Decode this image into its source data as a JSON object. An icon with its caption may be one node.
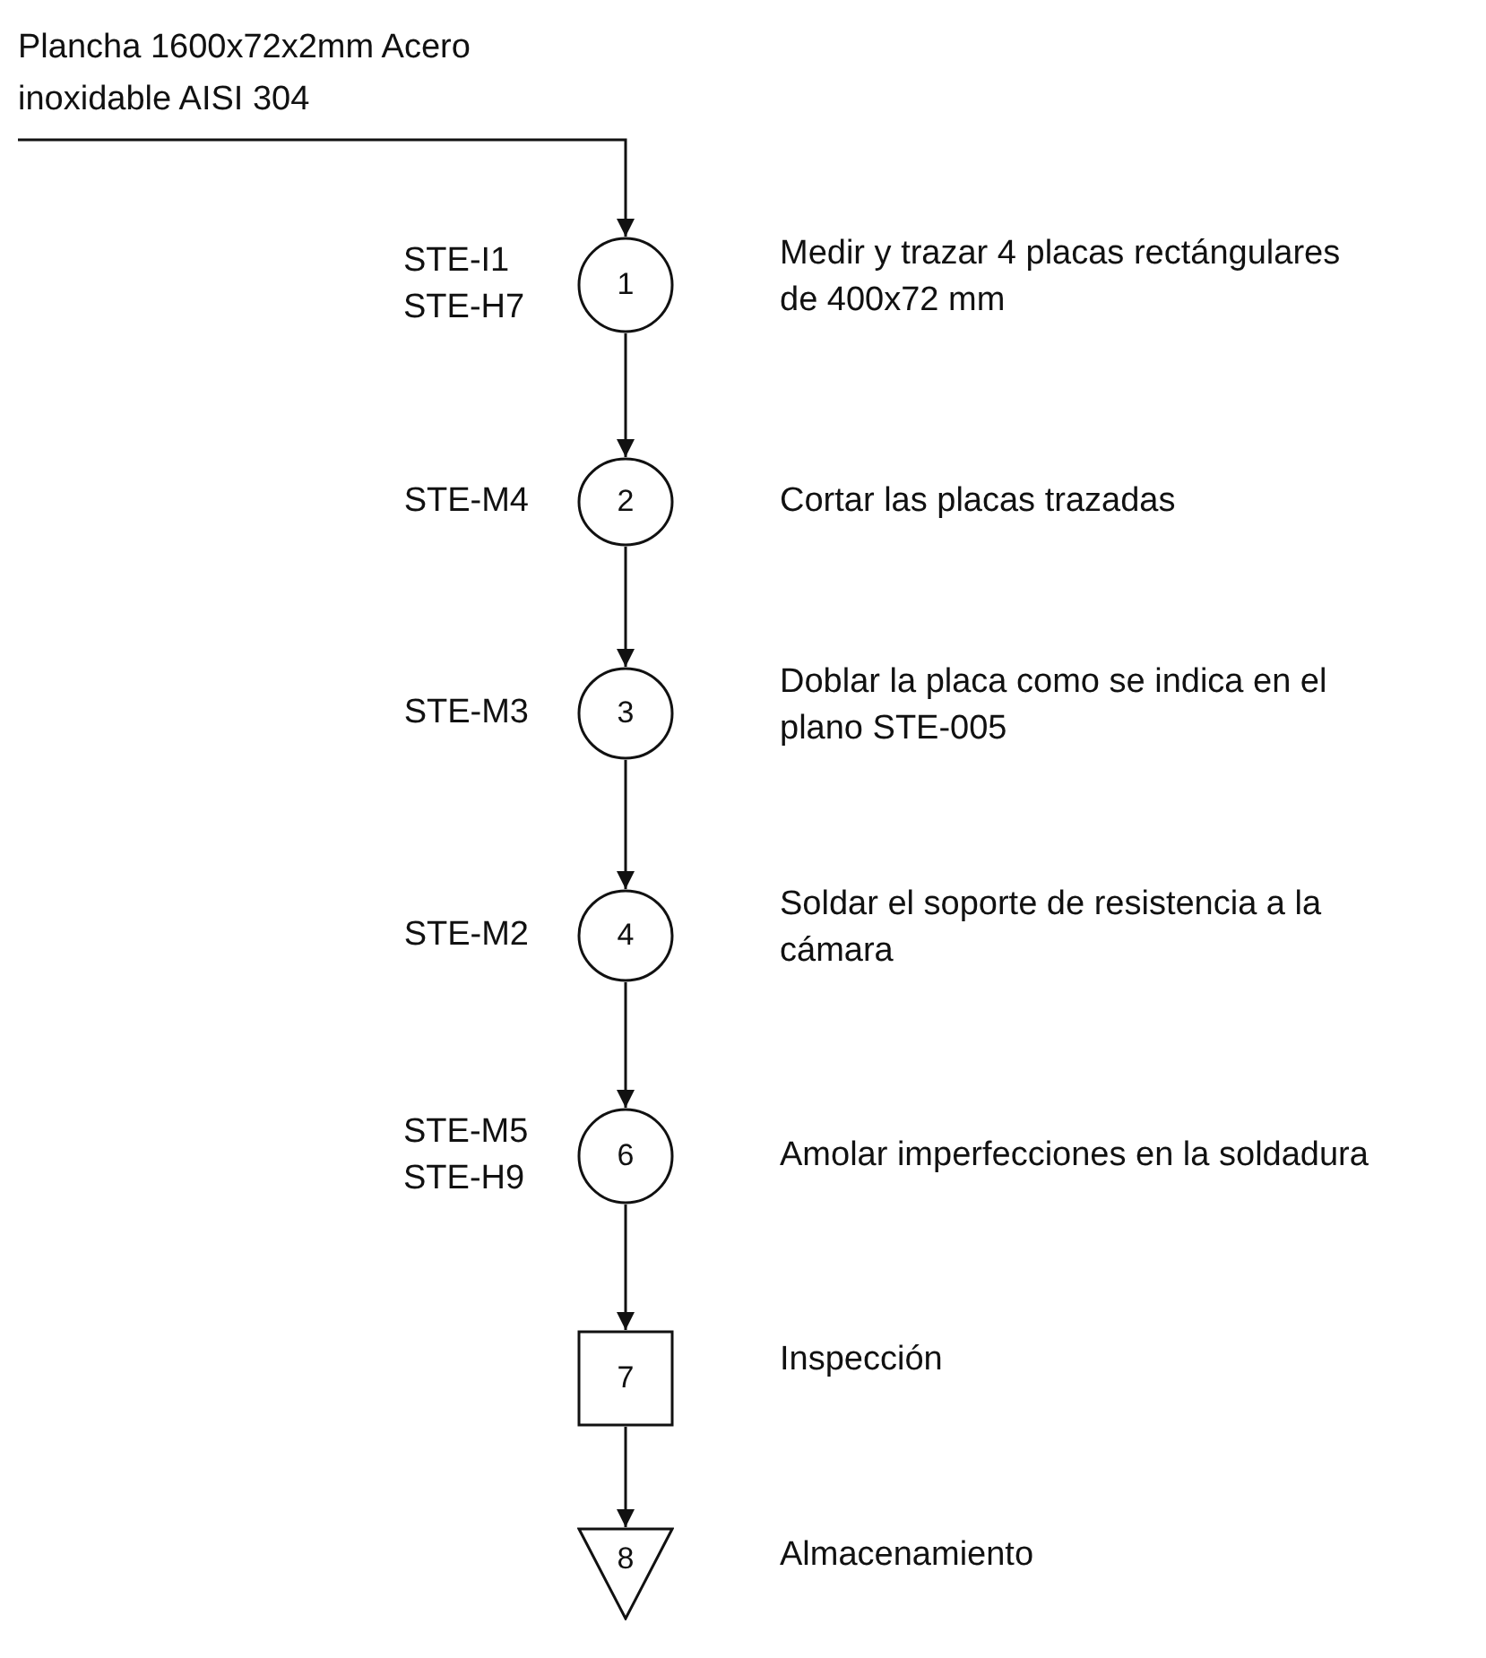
{
  "diagram": {
    "nodes": [
      {
        "text": [
          "Plancha 1600x72x2mm Acero inoxidable AISI 304"
        ]
      },
      {
        "text": [
          "1"
        ],
        "beside": [
          "STE-I1 STE-H7",
          "Medir y trazar 4 placas rectángulares de 400x72 mm"
        ]
      },
      {
        "text": [
          "2"
        ],
        "beside": [
          "STE-M4",
          "Cortar las placas trazadas"
        ]
      },
      {
        "text": [
          "3"
        ],
        "beside": [
          "STE-M3",
          "Doblar la placa como se indica en el plano STE-005"
        ]
      },
      {
        "text": [
          "4"
        ],
        "beside": [
          "STE-M2",
          "Soldar el soporte de resistencia a la  cámara"
        ]
      },
      {
        "text": [
          "6"
        ],
        "beside": [
          "STE-M5 STE-H9",
          "Amolar imperfecciones en la soldadura"
        ]
      },
      {
        "text": [
          "7"
        ],
        "beside": [
          "Inspección"
        ]
      },
      {
        "text": [
          "8"
        ],
        "beside": [
          "Almacenamiento"
        ]
      }
    ],
    "edges": [
      {
        "from": 0,
        "to": 1,
        "arrow": "to"
      },
      {
        "from": 1,
        "to": 2,
        "arrow": "to"
      },
      {
        "from": 2,
        "to": 3,
        "arrow": "to"
      },
      {
        "from": 3,
        "to": 4,
        "arrow": "to"
      },
      {
        "from": 4,
        "to": 5,
        "arrow": "to"
      },
      {
        "from": 5,
        "to": 6,
        "arrow": "to"
      },
      {
        "from": 6,
        "to": 7,
        "arrow": "to"
      }
    ]
  }
}
